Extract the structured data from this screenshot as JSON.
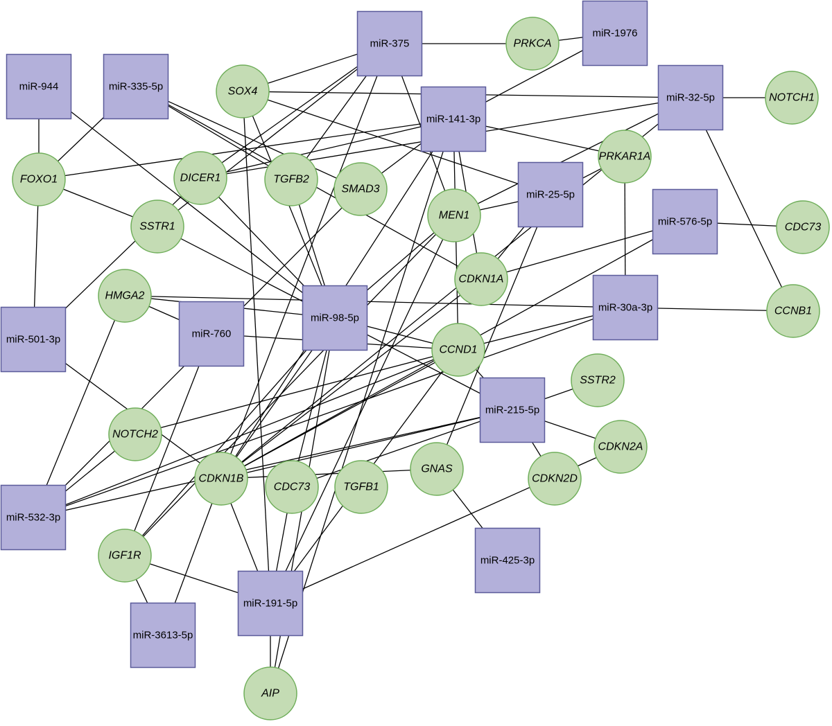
{
  "diagram": {
    "mirnas": [
      {
        "id": "m375",
        "label": "miR-375"
      },
      {
        "id": "m1976",
        "label": "miR-1976"
      },
      {
        "id": "m944",
        "label": "miR-944"
      },
      {
        "id": "m335",
        "label": "miR-335-5p"
      },
      {
        "id": "m141",
        "label": "miR-141-3p"
      },
      {
        "id": "m32",
        "label": "miR-32-5p"
      },
      {
        "id": "m25",
        "label": "miR-25-5p"
      },
      {
        "id": "m576",
        "label": "miR-576-5p"
      },
      {
        "id": "m30a",
        "label": "miR-30a-3p"
      },
      {
        "id": "m98",
        "label": "miR-98-5p"
      },
      {
        "id": "m760",
        "label": "miR-760"
      },
      {
        "id": "m501",
        "label": "miR-501-3p"
      },
      {
        "id": "m215",
        "label": "miR-215-5p"
      },
      {
        "id": "m532",
        "label": "miR-532-3p"
      },
      {
        "id": "m425",
        "label": "miR-425-3p"
      },
      {
        "id": "m191",
        "label": "miR-191-5p"
      },
      {
        "id": "m3613",
        "label": "miR-3613-5p"
      }
    ],
    "genes": [
      {
        "id": "PRKCA",
        "label": "PRKCA"
      },
      {
        "id": "SOX4",
        "label": "SOX4"
      },
      {
        "id": "NOTCH1",
        "label": "NOTCH1"
      },
      {
        "id": "FOXO1",
        "label": "FOXO1"
      },
      {
        "id": "DICER1",
        "label": "DICER1"
      },
      {
        "id": "TGFB2",
        "label": "TGFB2"
      },
      {
        "id": "SMAD3",
        "label": "SMAD3"
      },
      {
        "id": "PRKAR1A",
        "label": "PRKAR1A"
      },
      {
        "id": "MEN1",
        "label": "MEN1"
      },
      {
        "id": "SSTR1",
        "label": "SSTR1"
      },
      {
        "id": "CDC73a",
        "label": "CDC73"
      },
      {
        "id": "CDKN1A",
        "label": "CDKN1A"
      },
      {
        "id": "HMGA2",
        "label": "HMGA2"
      },
      {
        "id": "CCNB1",
        "label": "CCNB1"
      },
      {
        "id": "CCND1",
        "label": "CCND1"
      },
      {
        "id": "SSTR2",
        "label": "SSTR2"
      },
      {
        "id": "NOTCH2",
        "label": "NOTCH2"
      },
      {
        "id": "CDKN2A",
        "label": "CDKN2A"
      },
      {
        "id": "GNAS",
        "label": "GNAS"
      },
      {
        "id": "CDKN1B",
        "label": "CDKN1B"
      },
      {
        "id": "CDC73b",
        "label": "CDC73"
      },
      {
        "id": "TGFB1",
        "label": "TGFB1"
      },
      {
        "id": "CDKN2D",
        "label": "CDKN2D"
      },
      {
        "id": "IGF1R",
        "label": "IGF1R"
      },
      {
        "id": "AIP",
        "label": "AIP"
      }
    ],
    "edges": [
      [
        "m375",
        "PRKCA"
      ],
      [
        "m375",
        "SOX4"
      ],
      [
        "m375",
        "DICER1"
      ],
      [
        "m375",
        "TGFB2"
      ],
      [
        "m375",
        "MEN1"
      ],
      [
        "m375",
        "CDKN1B"
      ],
      [
        "m375",
        "SSTR1"
      ],
      [
        "m1976",
        "PRKCA"
      ],
      [
        "m1976",
        "m141"
      ],
      [
        "m944",
        "FOXO1"
      ],
      [
        "m944",
        "m98"
      ],
      [
        "m335",
        "FOXO1"
      ],
      [
        "m335",
        "TGFB2"
      ],
      [
        "m335",
        "SMAD3"
      ],
      [
        "m335",
        "CDKN1A"
      ],
      [
        "m141",
        "FOXO1"
      ],
      [
        "m141",
        "DICER1"
      ],
      [
        "m141",
        "PRKAR1A"
      ],
      [
        "m141",
        "SMAD3"
      ],
      [
        "m141",
        "CDKN1A"
      ],
      [
        "m141",
        "CCND1"
      ],
      [
        "m141",
        "CDKN1B"
      ],
      [
        "m141",
        "AIP"
      ],
      [
        "m32",
        "SOX4"
      ],
      [
        "m32",
        "NOTCH1"
      ],
      [
        "m32",
        "CCNB1"
      ],
      [
        "m32",
        "MEN1"
      ],
      [
        "m32",
        "CDKN1B"
      ],
      [
        "m32",
        "DICER1"
      ],
      [
        "m25",
        "SOX4"
      ],
      [
        "m25",
        "MEN1"
      ],
      [
        "m25",
        "CDKN1A"
      ],
      [
        "m25",
        "PRKAR1A"
      ],
      [
        "m25",
        "GNAS"
      ],
      [
        "m576",
        "CDC73a"
      ],
      [
        "m576",
        "CDKN1A"
      ],
      [
        "m576",
        "CDKN1B"
      ],
      [
        "m30a",
        "CCNB1"
      ],
      [
        "m30a",
        "PRKAR1A"
      ],
      [
        "m30a",
        "HMGA2"
      ],
      [
        "m30a",
        "CCND1"
      ],
      [
        "m30a",
        "m532"
      ],
      [
        "m98",
        "SOX4"
      ],
      [
        "m98",
        "TGFB2"
      ],
      [
        "m98",
        "SSTR1"
      ],
      [
        "m98",
        "DICER1"
      ],
      [
        "m98",
        "HMGA2"
      ],
      [
        "m98",
        "CCND1"
      ],
      [
        "m98",
        "m215"
      ],
      [
        "m98",
        "CDKN1B"
      ],
      [
        "m98",
        "IGF1R"
      ],
      [
        "m98",
        "CDC73b"
      ],
      [
        "m98",
        "AIP"
      ],
      [
        "m98",
        "MEN1"
      ],
      [
        "m760",
        "HMGA2"
      ],
      [
        "m760",
        "CCND1"
      ],
      [
        "m760",
        "IGF1R"
      ],
      [
        "m501",
        "FOXO1"
      ],
      [
        "m501",
        "DICER1"
      ],
      [
        "m501",
        "CDKN1B"
      ],
      [
        "m215",
        "CCND1"
      ],
      [
        "m215",
        "SSTR2"
      ],
      [
        "m215",
        "CDKN2A"
      ],
      [
        "m215",
        "CDKN2D"
      ],
      [
        "m215",
        "CDKN1B"
      ],
      [
        "m215",
        "CDC73b"
      ],
      [
        "m215",
        "m532"
      ],
      [
        "m532",
        "HMGA2"
      ],
      [
        "m532",
        "NOTCH2"
      ],
      [
        "m532",
        "CCND1"
      ],
      [
        "m532",
        "SMAD3"
      ],
      [
        "m425",
        "GNAS"
      ],
      [
        "m191",
        "AIP"
      ],
      [
        "m191",
        "CDKN1B"
      ],
      [
        "m191",
        "IGF1R"
      ],
      [
        "m191",
        "CDC73b"
      ],
      [
        "m191",
        "SOX4"
      ],
      [
        "m191",
        "MEN1"
      ],
      [
        "m191",
        "CDKN2A"
      ],
      [
        "m191",
        "CCND1"
      ],
      [
        "m3613",
        "CDKN1B"
      ],
      [
        "m3613",
        "IGF1R"
      ],
      [
        "FOXO1",
        "SSTR1"
      ],
      [
        "NOTCH2",
        "CCND1"
      ],
      [
        "CDKN1B",
        "CCND1"
      ],
      [
        "IGF1R",
        "MEN1"
      ],
      [
        "CDKN1B",
        "CDKN1A"
      ],
      [
        "CDKN1B",
        "GNAS"
      ]
    ]
  }
}
